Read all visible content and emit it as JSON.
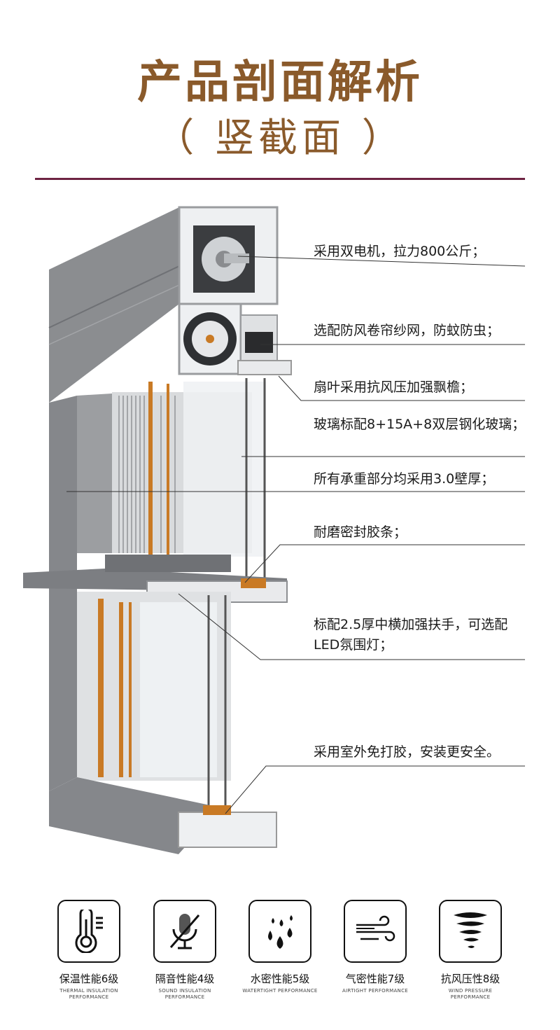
{
  "header": {
    "title": "产品剖面解析",
    "subtitle": "（ 竖截面 ）"
  },
  "callouts": [
    "采用双电机，拉力800公斤；",
    "选配防风卷帘纱网，防蚊防虫；",
    "扇叶采用抗风压加强飘檐；",
    "玻璃标配8+15A+8双层钢化玻璃；",
    "所有承重部分均采用3.0壁厚；",
    "耐磨密封胶条；",
    "标配2.5厚中横加强扶手，可选配LED氛围灯；",
    "采用室外免打胶，安装更安全。"
  ],
  "features": [
    {
      "icon": "thermometer-icon",
      "zh": "保温性能6级",
      "en": "THERMAL INSULATION PERFORMANCE"
    },
    {
      "icon": "muted-microphone-icon",
      "zh": "隔音性能4级",
      "en": "SOUND INSULATION PERFORMANCE"
    },
    {
      "icon": "water-drops-icon",
      "zh": "水密性能5级",
      "en": "WATERTIGHT PERFORMANCE"
    },
    {
      "icon": "wind-icon",
      "zh": "气密性能7级",
      "en": "AIRTIGHT PERFORMANCE"
    },
    {
      "icon": "tornado-icon",
      "zh": "抗风压性8级",
      "en": "WIND PRESSURE PERFORMANCE"
    }
  ],
  "colors": {
    "title": "#8a5a2b",
    "divider": "#6e2342",
    "frame": "#7d7f83",
    "thermal_break": "#c97a25"
  }
}
